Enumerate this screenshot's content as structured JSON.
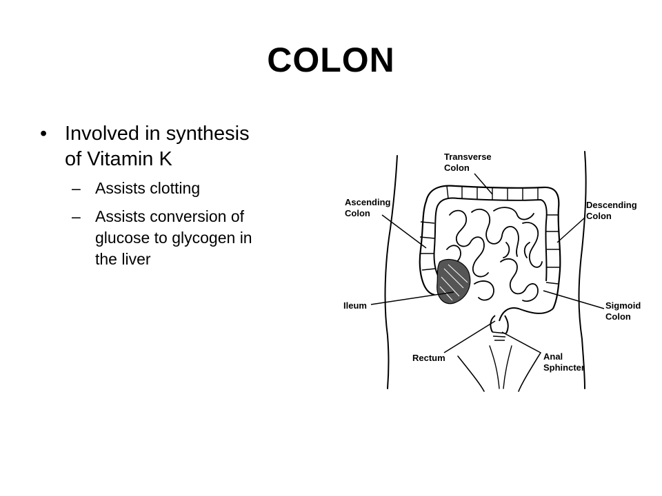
{
  "slide": {
    "title": "COLON",
    "bullet": {
      "line1": "Involved in synthesis",
      "line2": "of Vitamin K",
      "subs": [
        {
          "lines": [
            "Assists clotting"
          ]
        },
        {
          "lines": [
            "Assists conversion of",
            "glucose to glycogen in",
            "the liver"
          ]
        }
      ]
    }
  },
  "diagram": {
    "labels": {
      "transverse_1": "Transverse",
      "transverse_2": "Colon",
      "ascending_1": "Ascending",
      "ascending_2": "Colon",
      "descending_1": "Descending",
      "descending_2": "Colon",
      "ileum": "Ileum",
      "sigmoid_1": "Sigmoid",
      "sigmoid_2": "Colon",
      "rectum": "Rectum",
      "anal_1": "Anal",
      "anal_2": "Sphincter"
    }
  }
}
